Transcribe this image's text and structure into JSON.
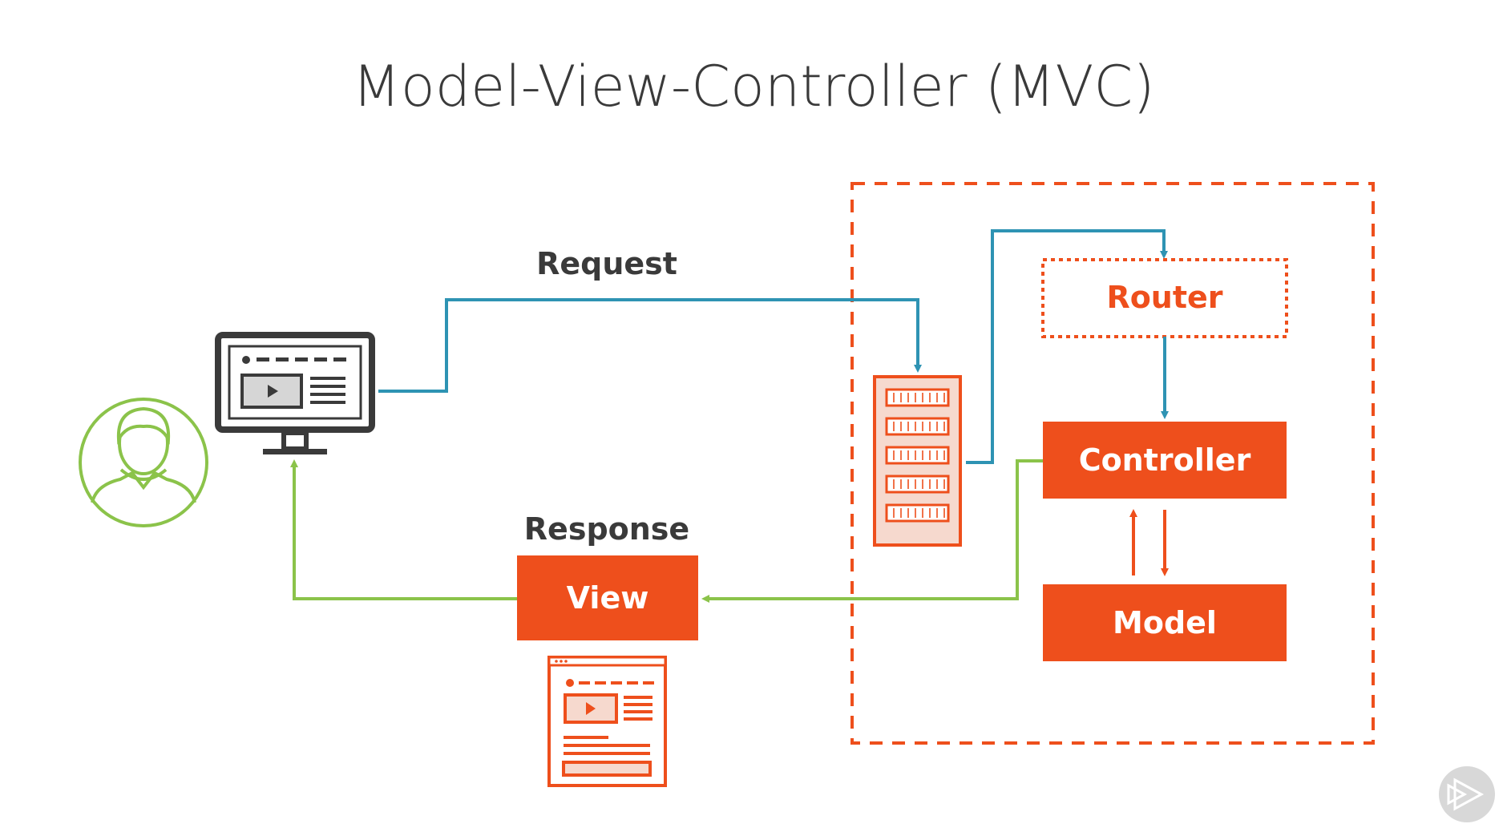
{
  "title": "Model-View-Controller (MVC)",
  "labels": {
    "request": "Request",
    "response": "Response",
    "router": "Router",
    "controller": "Controller",
    "model": "Model",
    "view": "View"
  },
  "colors": {
    "orange": "#EE4F1C",
    "blue": "#2E93B3",
    "green": "#8BC34A",
    "dark": "#3a3a3a",
    "server_fill": "#F6D9CE",
    "play_button": "#D8D8D8"
  },
  "icons": [
    "user-avatar-icon",
    "monitor-icon",
    "server-rack-icon",
    "web-page-icon",
    "play-logo-icon"
  ]
}
